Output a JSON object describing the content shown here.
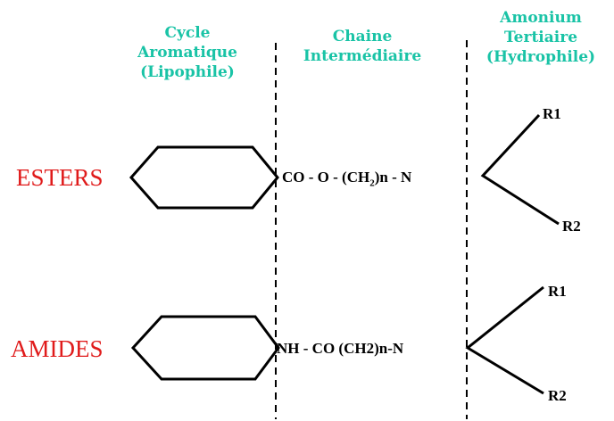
{
  "headers": {
    "lipophile": [
      "Cycle",
      "Aromatique",
      "(Lipophile)"
    ],
    "intermediate": [
      "Chaine",
      "Intermédiaire"
    ],
    "hydrophile": [
      "Amonium",
      "Tertiaire",
      "(Hydrophile)"
    ]
  },
  "rows": [
    {
      "label": "ESTERS",
      "chain_prefix": "CO - O - (CH",
      "chain_sub": "2",
      "chain_suffix": ")n - N",
      "r1": "R1",
      "r2": "R2"
    },
    {
      "label": "AMIDES",
      "chain_text": "NH - CO (CH2)n-N",
      "r1": "R1",
      "r2": "R2"
    }
  ],
  "colors": {
    "header": "#19c3a6",
    "label": "#e01b1b",
    "lines": "#000000"
  }
}
